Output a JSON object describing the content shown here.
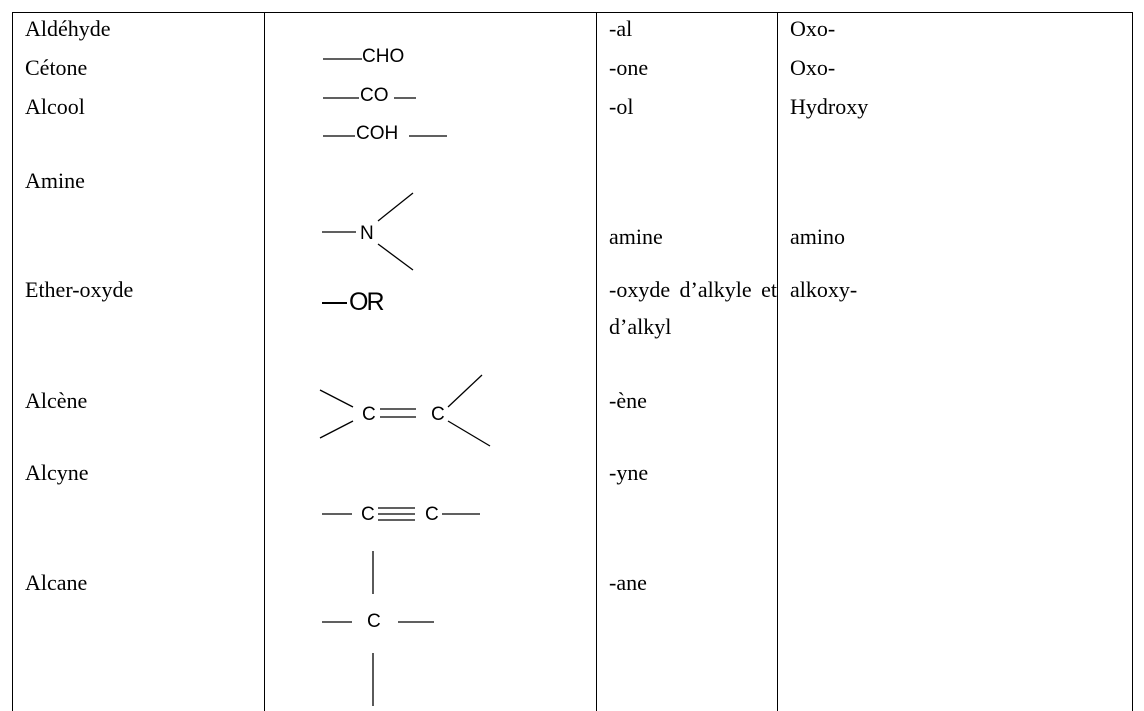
{
  "rows": [
    {
      "name": "Aldéhyde",
      "suffix": "-al",
      "prefix": "Oxo-"
    },
    {
      "name": "Cétone",
      "suffix": "-one",
      "prefix": "Oxo-"
    },
    {
      "name": "Alcool",
      "suffix": "-ol",
      "prefix": "Hydroxy"
    },
    {
      "name": "Amine",
      "suffix": "amine",
      "prefix": "amino"
    },
    {
      "name": "Ether-oxyde",
      "suffix_line1": "-oxyde d’alkyle et",
      "suffix_line2": "d’alkyl",
      "prefix": "alkoxy-"
    },
    {
      "name": "Alcène",
      "suffix": "-ène",
      "prefix": ""
    },
    {
      "name": "Alcyne",
      "suffix": "-yne",
      "prefix": ""
    },
    {
      "name": "Alcane",
      "suffix": "-ane",
      "prefix": ""
    }
  ],
  "formulas": {
    "aldehyde": "CHO",
    "ketone": "CO",
    "alcohol": "COH",
    "amine": "N",
    "ether": "OR",
    "carbon": "C"
  }
}
